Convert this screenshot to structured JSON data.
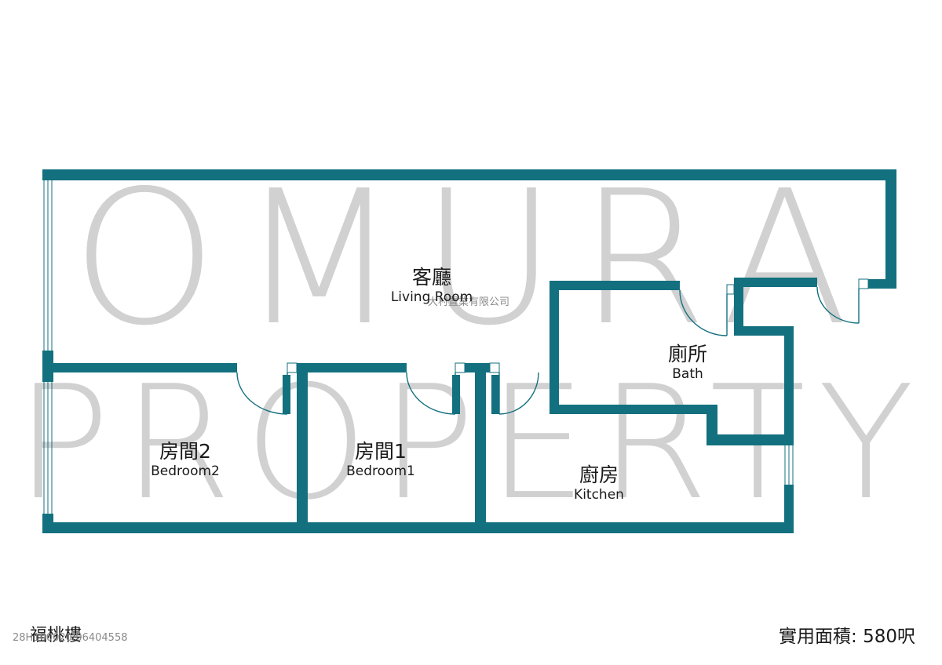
{
  "watermark": {
    "line1": "OMURA",
    "line2": "PROPERTY"
  },
  "company_watermark": "大村置業有限公司",
  "rooms": [
    {
      "zh": "客廳",
      "en": "Living Room"
    },
    {
      "zh": "廁所",
      "en": "Bath"
    },
    {
      "zh": "房間2",
      "en": "Bedroom2"
    },
    {
      "zh": "房間1",
      "en": "Bedroom1"
    },
    {
      "zh": "廚房",
      "en": "Kitchen"
    }
  ],
  "footer": {
    "building_name": "福桃樓",
    "license": "28H100020/06404558",
    "area": "實用面積: 580呎"
  },
  "colors": {
    "wall": "#13707f",
    "watermark": "#c9c9c9"
  }
}
